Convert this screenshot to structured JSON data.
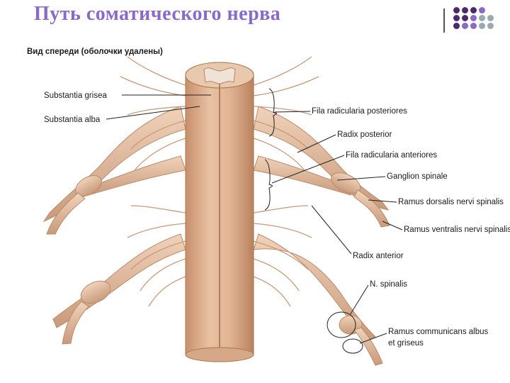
{
  "slide": {
    "title": "Путь соматического нерва"
  },
  "figure": {
    "subtitle": "Вид спереди (оболочки удалены)",
    "labels": {
      "substantia_grisea": "Substantia grisea",
      "substantia_alba": "Substantia alba",
      "fila_posteriores": "Fila radicularia posteriores",
      "radix_posterior": "Radix posterior",
      "fila_anteriores": "Fila radicularia anteriores",
      "ganglion_spinale": "Ganglion spinale",
      "ramus_dorsalis": "Ramus dorsalis nervi spinalis",
      "ramus_ventralis": "Ramus ventralis nervi spinalis",
      "radix_anterior": "Radix anterior",
      "n_spinalis": "N. spinalis",
      "ramus_communicans_1": "Ramus communicans albus",
      "ramus_communicans_2": "et griseus"
    }
  },
  "colors": {
    "title": "#8a6ac8",
    "cord": "#dcae8e",
    "nerve": "#e2bea2",
    "nerve_shadow": "#b98a6c",
    "grey_matter": "#efe2d6",
    "deco_dark": "#4a2a6a",
    "deco_purple": "#8a6ac8",
    "deco_grey": "#9aaab2"
  }
}
